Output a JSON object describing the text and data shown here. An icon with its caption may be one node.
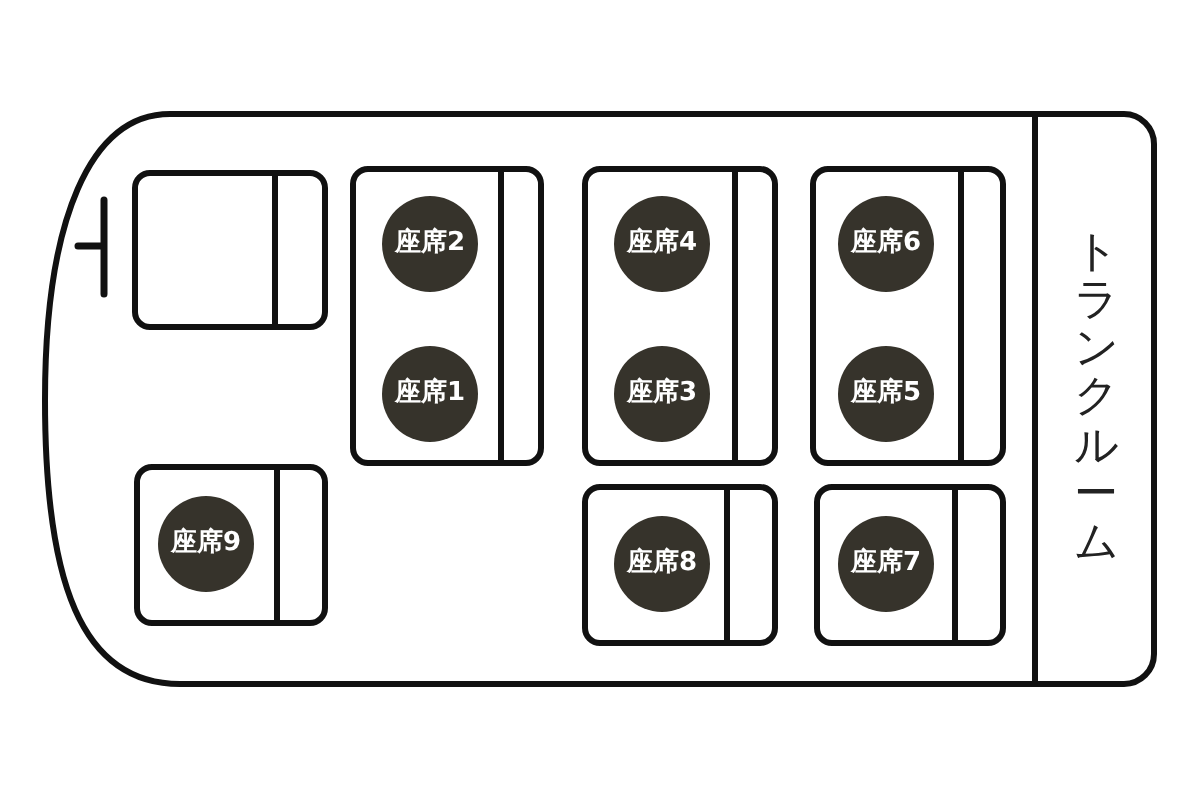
{
  "diagram": {
    "nodes": [
      {
        "text": [],
        "shape": "vehicle"
      },
      {
        "text": [],
        "shape": "box",
        "in": 0
      },
      {
        "text": [],
        "shape": "box",
        "in": 0
      },
      {
        "text": [
          "座席2"
        ],
        "in": 2
      },
      {
        "text": [
          "座席1"
        ],
        "in": 2
      },
      {
        "text": [],
        "shape": "box",
        "in": 0
      },
      {
        "text": [
          "座席4"
        ],
        "in": 5
      },
      {
        "text": [
          "座席3"
        ],
        "in": 5
      },
      {
        "text": [],
        "shape": "box",
        "in": 0
      },
      {
        "text": [
          "座席6"
        ],
        "in": 8
      },
      {
        "text": [
          "座席5"
        ],
        "in": 8
      },
      {
        "text": [
          "トランクルーム"
        ],
        "in": 0
      },
      {
        "text": [],
        "shape": "box",
        "in": 0
      },
      {
        "text": [
          "座席9"
        ],
        "in": 12
      },
      {
        "text": [],
        "shape": "box",
        "in": 0
      },
      {
        "text": [
          "座席8"
        ],
        "in": 14
      },
      {
        "text": [],
        "shape": "box",
        "in": 0
      },
      {
        "text": [
          "座席7"
        ],
        "in": 16
      }
    ]
  }
}
